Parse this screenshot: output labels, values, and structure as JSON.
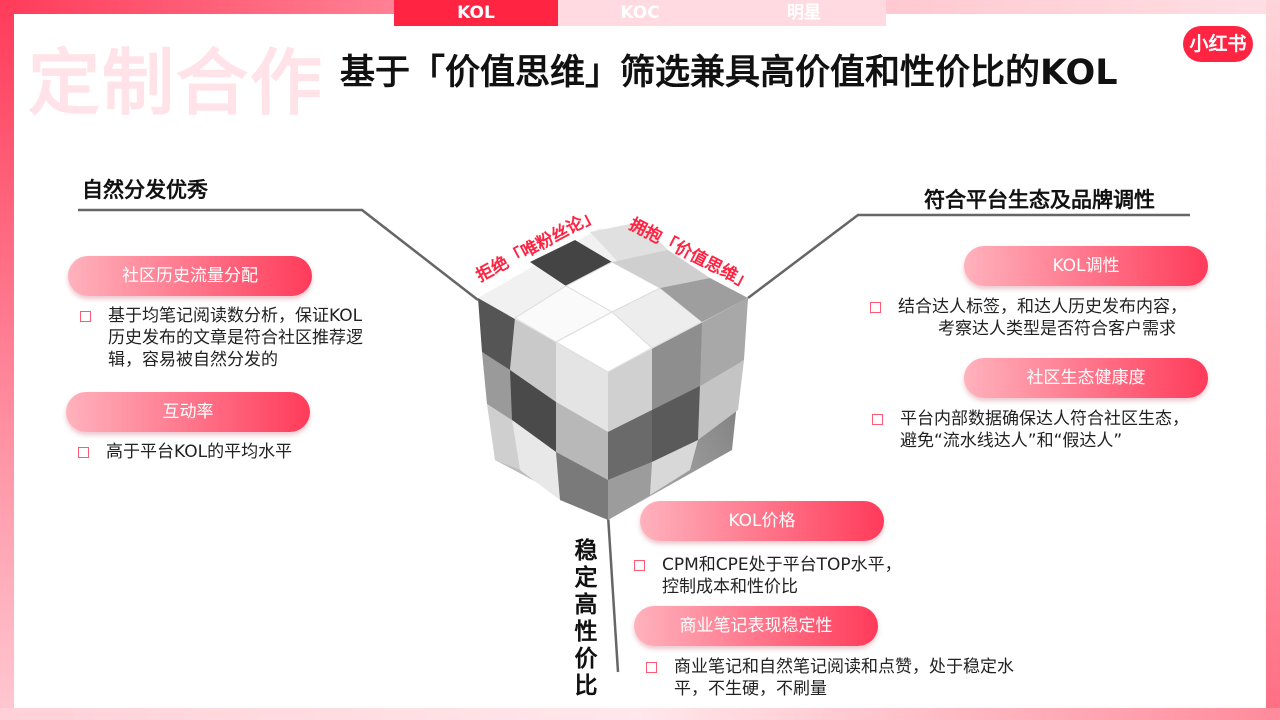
{
  "tabs": [
    {
      "label": "KOL",
      "active": true
    },
    {
      "label": "KOC",
      "active": false
    },
    {
      "label": "明星",
      "active": false
    }
  ],
  "watermark": "定制合作",
  "title": "基于「价值思维」筛选兼具高价值和性价比的KOL",
  "logo": "小红书",
  "cube_labels": {
    "left": "拒绝「唯粉丝论」",
    "right": "拥抱「价值思维」"
  },
  "left": {
    "heading": "自然分发优秀",
    "items": [
      {
        "pill": "社区历史流量分配",
        "lines": [
          "基于均笔记阅读数分析，保证KOL",
          "历史发布的文章是符合社区推荐逻",
          "辑，容易被自然分发的"
        ]
      },
      {
        "pill": "互动率",
        "lines": [
          "高于平台KOL的平均水平"
        ]
      }
    ]
  },
  "right": {
    "heading": "符合平台生态及品牌调性",
    "items": [
      {
        "pill": "KOL调性",
        "lines": [
          "结合达人标签，和达人历史发布内容，",
          "考察达人类型是否符合客户需求"
        ]
      },
      {
        "pill": "社区生态健康度",
        "lines": [
          "平台内部数据确保达人符合社区生态，",
          "避免“流水线达人”和“假达人”"
        ]
      }
    ]
  },
  "bottom": {
    "heading": "稳定高性价比",
    "items": [
      {
        "pill": "KOL价格",
        "lines": [
          "CPM和CPE处于平台TOP水平，",
          "控制成本和性价比"
        ]
      },
      {
        "pill": "商业笔记表现稳定性",
        "lines": [
          "商业笔记和自然笔记阅读和点赞，处于稳定水",
          "平，不生硬，不刷量"
        ]
      }
    ]
  },
  "colors": {
    "brand": "#ff2442",
    "pill_start": "#ffb2bd",
    "pill_end": "#ff3b5a"
  }
}
